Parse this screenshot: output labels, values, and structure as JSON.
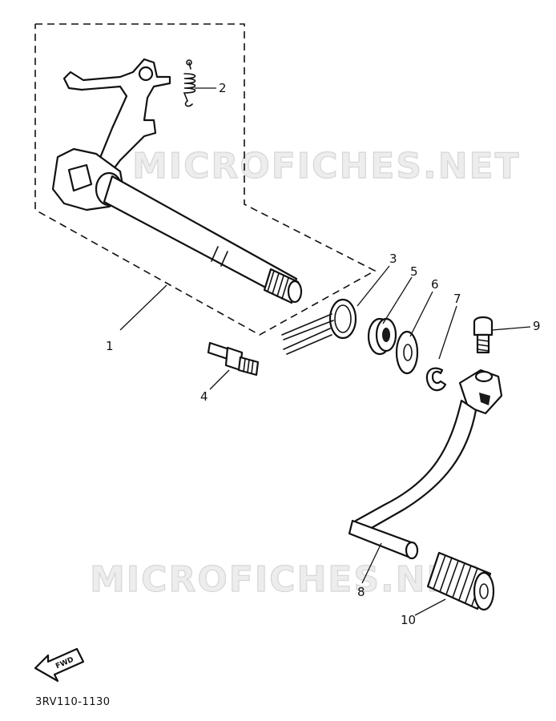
{
  "diagram": {
    "code": "3RV110-1130",
    "watermark": "MICROFICHES.NET",
    "fwd_label": "FWD",
    "callouts": [
      {
        "id": "c1",
        "label": "1"
      },
      {
        "id": "c2",
        "label": "2"
      },
      {
        "id": "c3",
        "label": "3"
      },
      {
        "id": "c4",
        "label": "4"
      },
      {
        "id": "c5",
        "label": "5"
      },
      {
        "id": "c6",
        "label": "6"
      },
      {
        "id": "c7",
        "label": "7"
      },
      {
        "id": "c8",
        "label": "8"
      },
      {
        "id": "c9",
        "label": "9"
      },
      {
        "id": "c10",
        "label": "10"
      }
    ]
  }
}
